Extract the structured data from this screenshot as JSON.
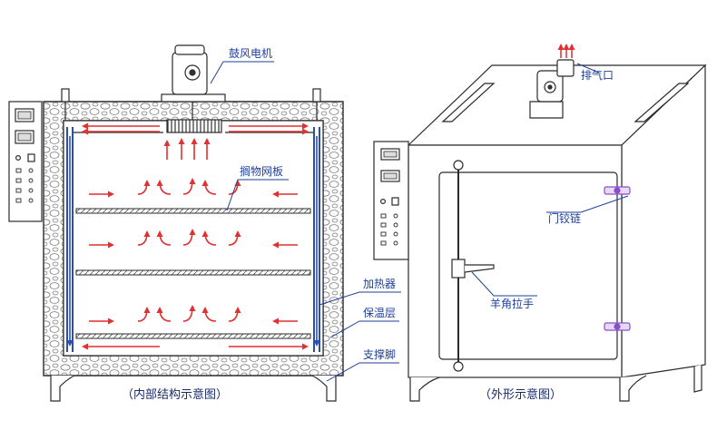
{
  "labels": {
    "blower_motor": "鼓风电机",
    "mesh_shelf": "搁物网板",
    "heater": "加热器",
    "insulation": "保温层",
    "support_leg": "支撑脚",
    "exhaust_port": "排气口",
    "door_hinge": "门铰链",
    "handle": "羊角拉手"
  },
  "captions": {
    "internal": "（内部结构示意图）",
    "external": "（外形示意图）"
  },
  "colors": {
    "line": "#2b2b2b",
    "arrow": "#e03030",
    "heater": "#2a4fb0",
    "label": "#1f3f9a",
    "hinge": "#8a4fc8",
    "mesh": "#555555"
  }
}
